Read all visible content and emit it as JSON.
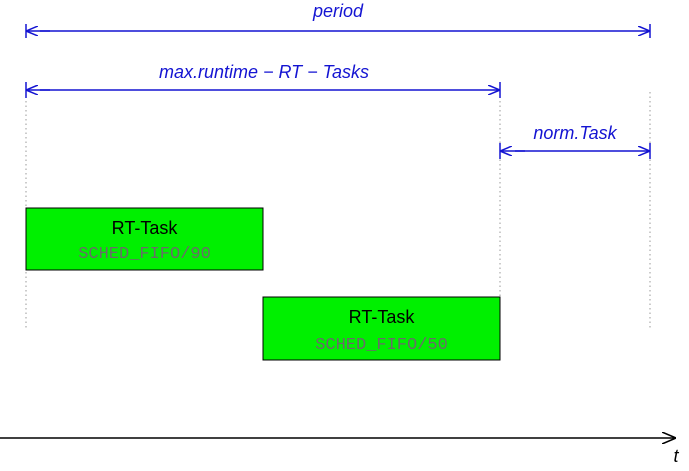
{
  "colors": {
    "arrow": "#1414d2",
    "task_fill": "#00f000",
    "task_text_sub": "#6a6a6a",
    "axis": "#000000",
    "guide": "#999999"
  },
  "labels": {
    "period": "period",
    "max_runtime": "max.runtime − RT − Tasks",
    "norm_task": "norm.Task",
    "time_axis": "t"
  },
  "tasks": [
    {
      "title": "RT-Task",
      "policy": "SCHED_FIFO/90"
    },
    {
      "title": "RT-Task",
      "policy": "SCHED_FIFO/50"
    }
  ]
}
